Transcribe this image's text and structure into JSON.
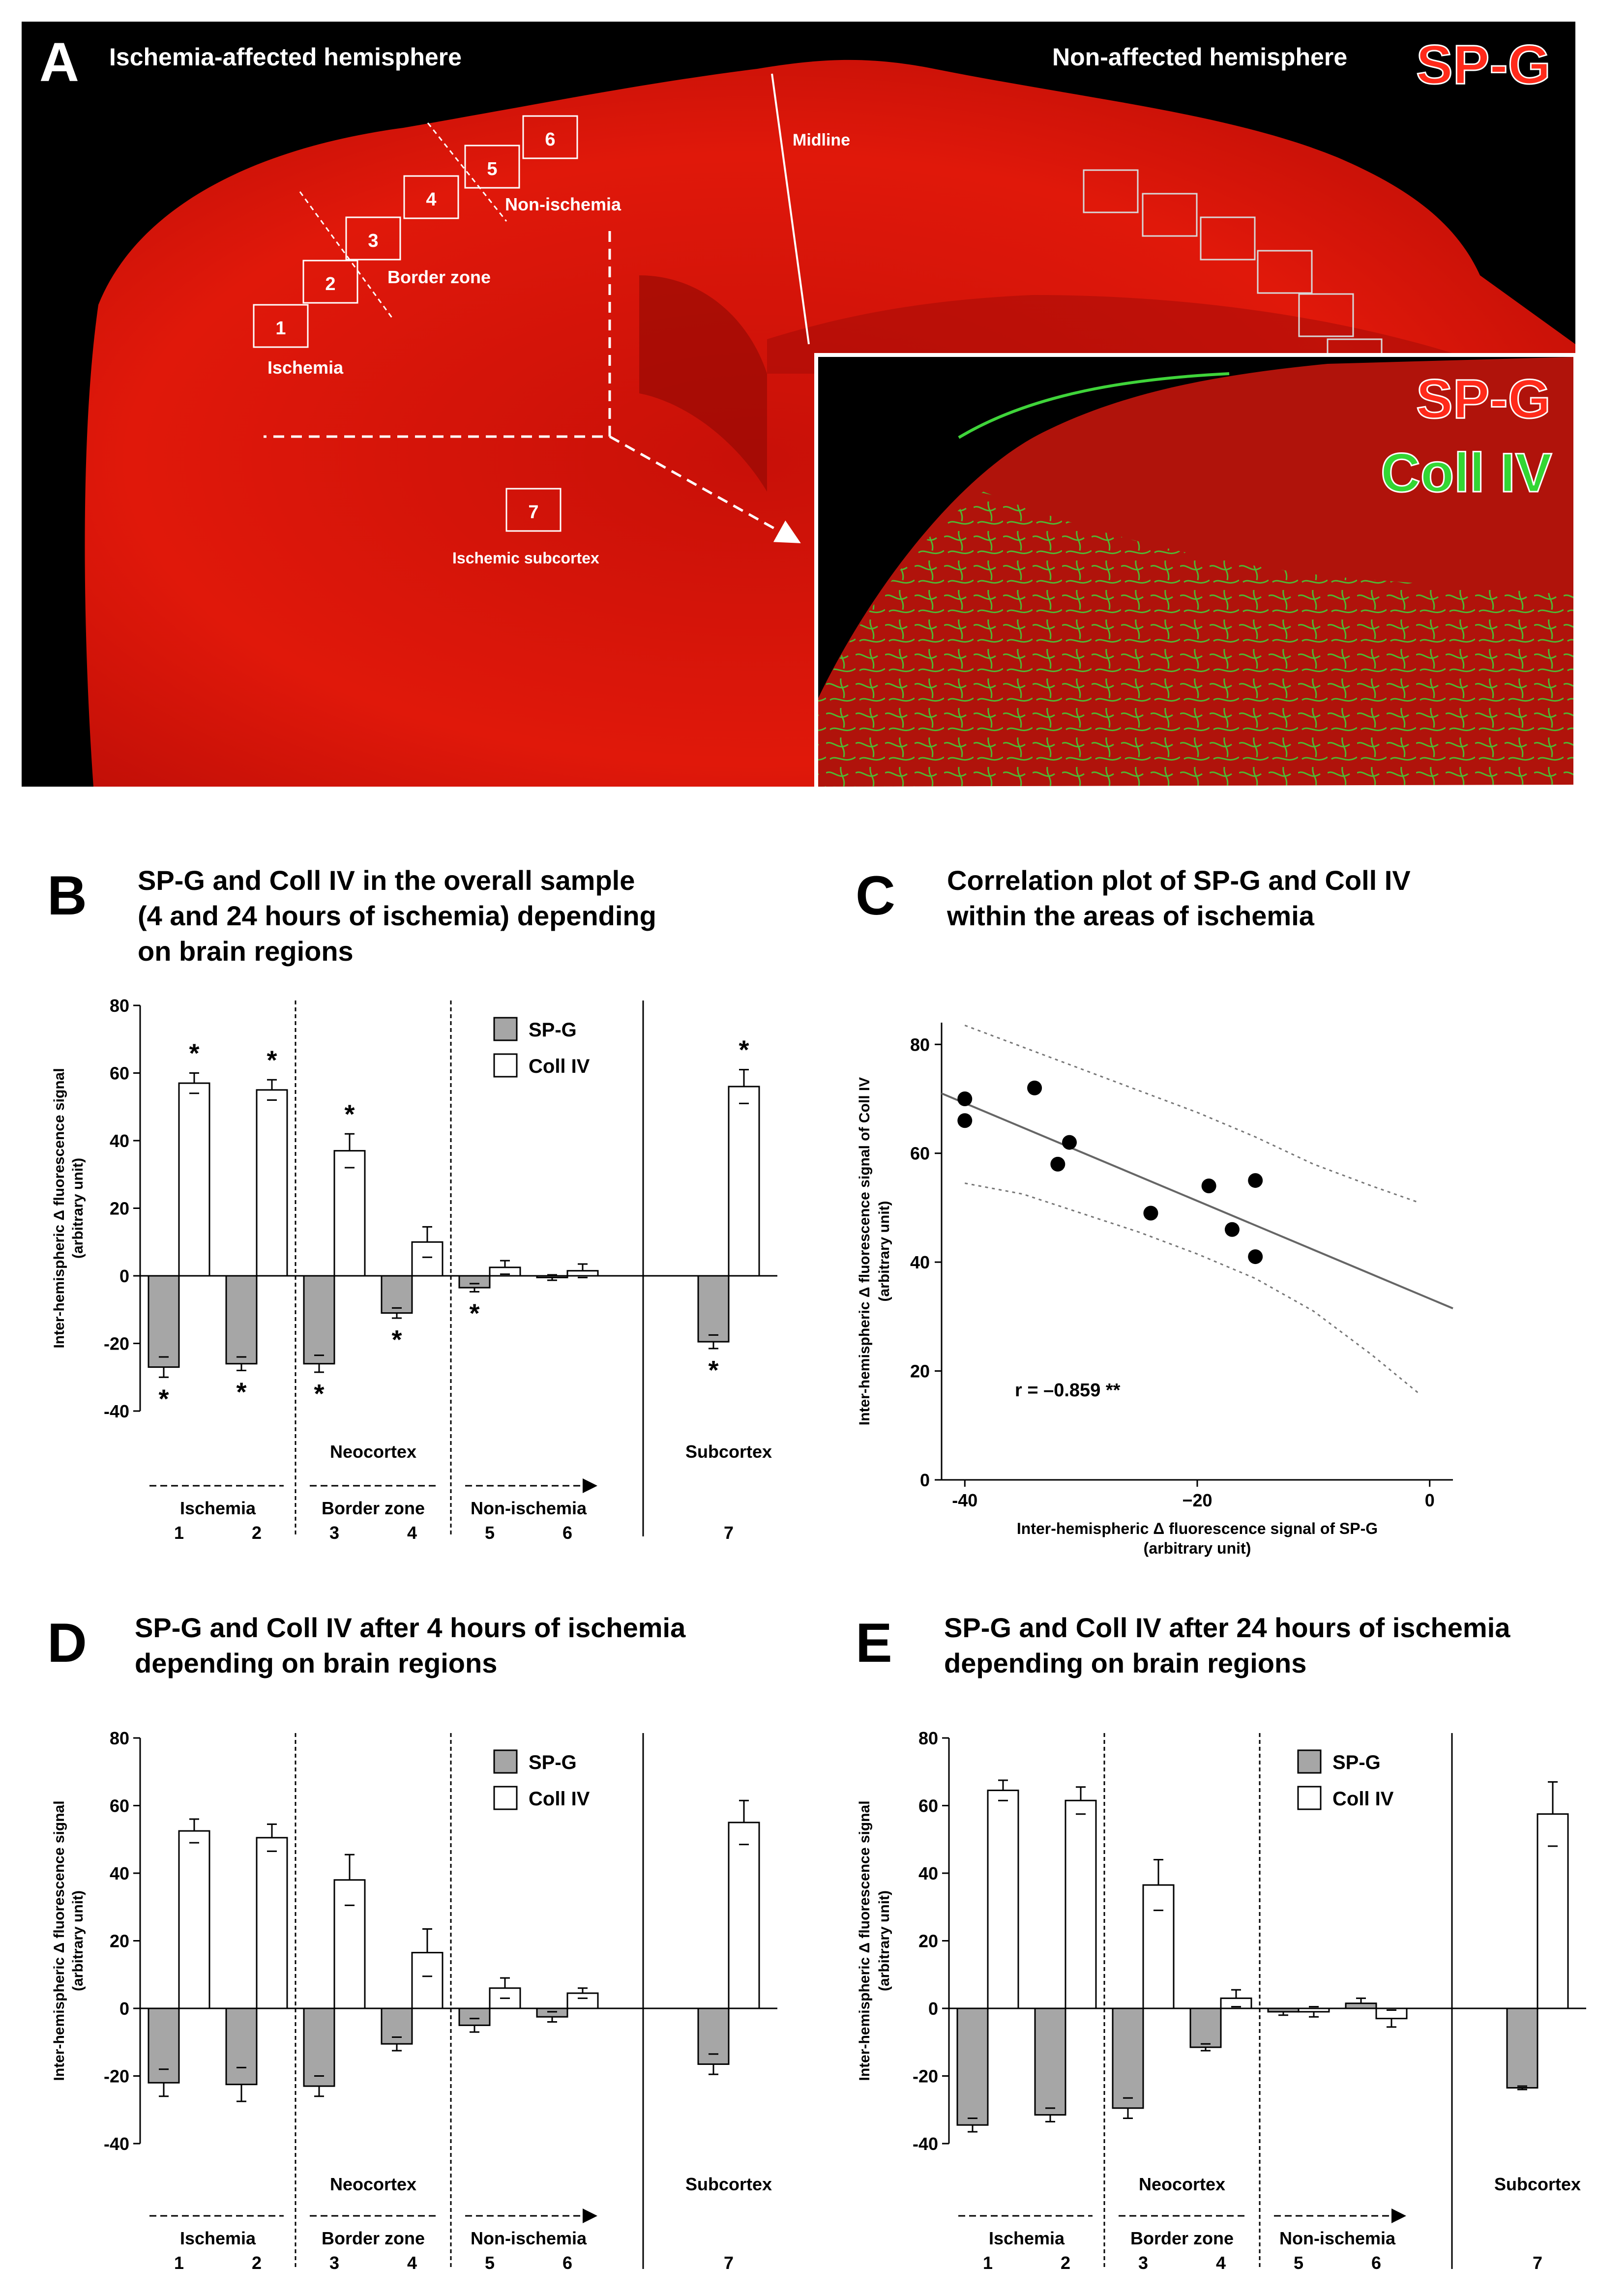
{
  "panelA": {
    "letter": "A",
    "title_left": "Ischemia-affected hemisphere",
    "title_right": "Non-affected hemisphere",
    "stain_main": "SP-G",
    "midline": "Midline",
    "region_numbers": [
      "1",
      "2",
      "3",
      "4",
      "5",
      "6",
      "7"
    ],
    "labels": {
      "ischemia": "Ischemia",
      "border_zone": "Border zone",
      "non_ischemia": "Non-ischemia",
      "ischemic_subcortex": "Ischemic subcortex"
    },
    "inset_stain_1": "SP-G",
    "inset_stain_2": "Coll IV",
    "colors": {
      "background": "#000000",
      "tissue": "#d81208",
      "collagen": "#33d633"
    }
  },
  "panels": {
    "B": {
      "letter": "B",
      "title": [
        "SP-G and Coll IV in the overall sample",
        "(4 and 24 hours of ischemia) depending",
        "on brain regions"
      ]
    },
    "C": {
      "letter": "C",
      "title": [
        "Correlation plot of SP-G and Coll IV",
        "within the areas of ischemia"
      ]
    },
    "D": {
      "letter": "D",
      "title": [
        "SP-G and Coll IV after 4 hours of ischemia",
        "depending on brain regions"
      ]
    },
    "E": {
      "letter": "E",
      "title": [
        "SP-G and Coll IV after 24 hours of ischemia",
        "depending on brain regions"
      ]
    }
  },
  "bar_common": {
    "ylabel_1": "Inter-hemispheric Δ fluorescence signal",
    "ylabel_2": "(arbitrary unit)",
    "legend": [
      "SP-G",
      "Coll IV"
    ],
    "group_labels": [
      "Ischemia",
      "Border zone",
      "Non-ischemia"
    ],
    "area_labels": [
      "Neocortex",
      "Subcortex"
    ],
    "region_ticks": [
      "1",
      "2",
      "3",
      "4",
      "5",
      "6",
      "7"
    ],
    "colors": {
      "spg": "#a6a6a6",
      "coll": "#ffffff",
      "edge": "#000000"
    }
  },
  "chart_data": [
    {
      "id": "B",
      "type": "bar",
      "categories": [
        "1",
        "2",
        "3",
        "4",
        "5",
        "6",
        "7"
      ],
      "ylim": [
        -40,
        80
      ],
      "yticks": [
        -40,
        -20,
        0,
        20,
        40,
        60,
        80
      ],
      "series": [
        {
          "name": "SP-G",
          "values": [
            -27,
            -26,
            -26,
            -11,
            -3.5,
            -0.5,
            -19.5
          ],
          "errors": [
            3,
            2,
            2.5,
            1.5,
            1.2,
            0.8,
            2
          ],
          "sig": [
            true,
            true,
            true,
            true,
            true,
            false,
            true
          ]
        },
        {
          "name": "Coll IV",
          "values": [
            57,
            55,
            37,
            10,
            2.5,
            1.5,
            56
          ],
          "errors": [
            3,
            3,
            5,
            4.5,
            2,
            2,
            5
          ],
          "sig": [
            true,
            true,
            true,
            false,
            false,
            false,
            true
          ]
        }
      ],
      "significance_mark": "*"
    },
    {
      "id": "C",
      "type": "scatter",
      "x": [
        -40,
        -40,
        -34,
        -31,
        -32,
        -24,
        -19,
        -17,
        -15,
        -15
      ],
      "y": [
        70,
        66,
        72,
        62,
        58,
        49,
        54,
        46,
        55,
        41
      ],
      "regression": {
        "x": [
          -42,
          2
        ],
        "y": [
          71,
          31.5
        ]
      },
      "ci_upper": {
        "x": [
          -40,
          -35,
          -30,
          -25,
          -20,
          -15,
          -10,
          -5,
          -1
        ],
        "y": [
          83.5,
          79.5,
          75.5,
          71.5,
          67.5,
          63,
          58,
          54,
          51
        ]
      },
      "ci_lower": {
        "x": [
          -40,
          -35,
          -30,
          -25,
          -20,
          -15,
          -10,
          -5,
          -1
        ],
        "y": [
          54.5,
          52.5,
          49,
          45.5,
          41.5,
          37,
          31,
          23,
          16
        ]
      },
      "xlim": [
        -42,
        2
      ],
      "ylim": [
        0,
        84
      ],
      "xticks": [
        -40,
        -20,
        0
      ],
      "xtick_labels": [
        "-40",
        "−20",
        "0"
      ],
      "yticks": [
        0,
        20,
        40,
        60,
        80
      ],
      "xlabel": "Inter-hemispheric Δ fluorescence signal of SP-G",
      "xlabel_2": "(arbitrary unit)",
      "ylabel": "Inter-hemispheric Δ fluorescence signal of Coll IV",
      "ylabel_2": "(arbitrary unit)",
      "annotation": "r = –0.859 **"
    },
    {
      "id": "D",
      "type": "bar",
      "categories": [
        "1",
        "2",
        "3",
        "4",
        "5",
        "6",
        "7"
      ],
      "ylim": [
        -40,
        80
      ],
      "yticks": [
        -40,
        -20,
        0,
        20,
        40,
        60,
        80
      ],
      "series": [
        {
          "name": "SP-G",
          "values": [
            -22,
            -22.5,
            -23,
            -10.5,
            -5,
            -2.5,
            -16.5
          ],
          "errors": [
            4,
            5,
            3,
            2,
            2,
            1.5,
            3
          ]
        },
        {
          "name": "Coll IV",
          "values": [
            52.5,
            50.5,
            38,
            16.5,
            6,
            4.5,
            55
          ],
          "errors": [
            3.5,
            4,
            7.5,
            7,
            3,
            1.5,
            6.5
          ]
        }
      ]
    },
    {
      "id": "E",
      "type": "bar",
      "categories": [
        "1",
        "2",
        "3",
        "4",
        "5",
        "6",
        "7"
      ],
      "ylim": [
        -40,
        80
      ],
      "yticks": [
        -40,
        -20,
        0,
        20,
        40,
        60,
        80
      ],
      "series": [
        {
          "name": "SP-G",
          "values": [
            -34.5,
            -31.5,
            -29.5,
            -11.5,
            -1,
            1.5,
            -23.5
          ],
          "errors": [
            2,
            2,
            3,
            1,
            1,
            1.5,
            0.5
          ]
        },
        {
          "name": "Coll IV",
          "values": [
            64.5,
            61.5,
            36.5,
            3,
            -1,
            -3,
            57.5
          ],
          "errors": [
            3,
            4,
            7.5,
            2.5,
            1.5,
            2.5,
            9.5
          ]
        }
      ]
    }
  ]
}
